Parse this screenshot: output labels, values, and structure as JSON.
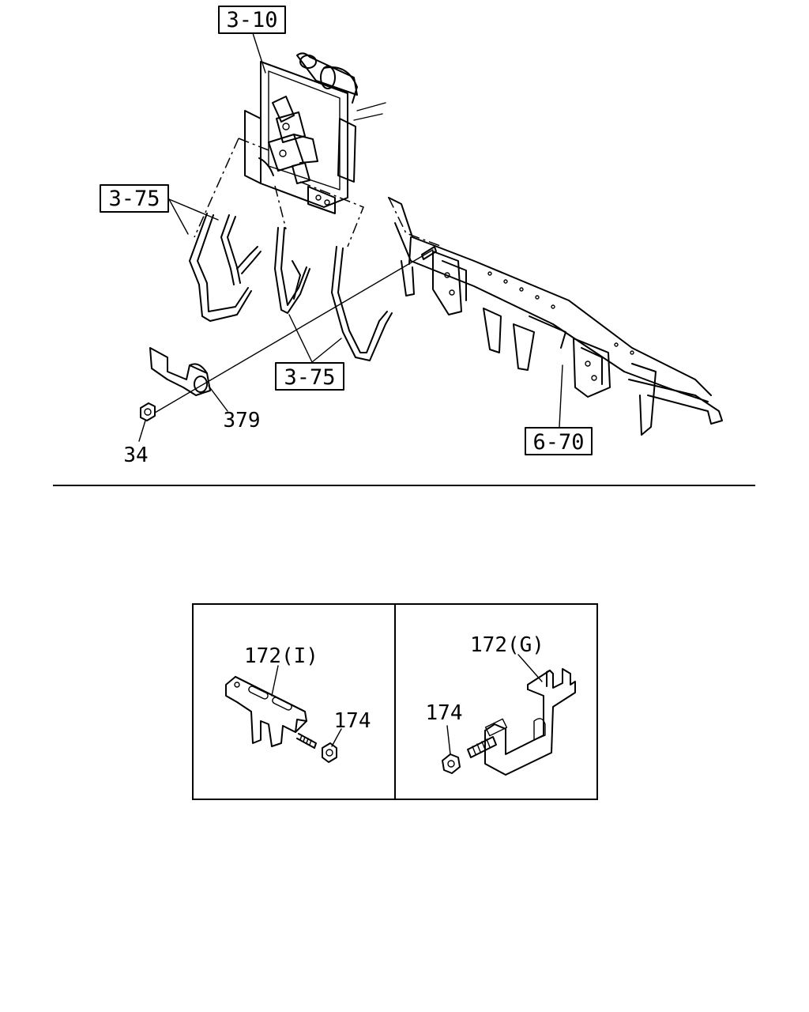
{
  "main_diagram": {
    "boxed_refs": {
      "ref_top": "3-10",
      "ref_left": "3-75",
      "ref_bottom": "3-75",
      "ref_frame": "6-70"
    },
    "callouts": {
      "bracket": "379",
      "nut": "34"
    }
  },
  "detail_panels": {
    "left": {
      "bracket_label": "172(I)",
      "nut_label": "174"
    },
    "right": {
      "bracket_label": "172(G)",
      "nut_label": "174"
    }
  }
}
